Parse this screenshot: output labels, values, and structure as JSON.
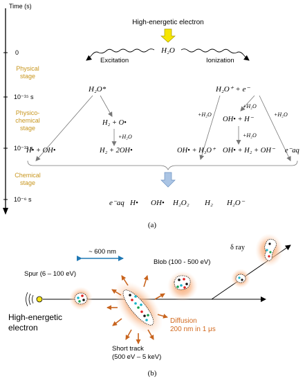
{
  "panel_a": {
    "time_axis": {
      "title": "Time (s)",
      "ticks": [
        "0",
        "10⁻¹⁵ s",
        "10⁻¹² s",
        "10⁻⁶ s"
      ]
    },
    "stages": [
      "Physical",
      "stage",
      "Physico-",
      "chemical",
      "stage",
      "Chemical",
      "stage"
    ],
    "source": "High-energetic electron",
    "h2o": "H₂O",
    "excitation": "Excitation",
    "ionization": "Ionization",
    "h2o_star": "H₂O*",
    "h2_o": "H₂ + O•",
    "plus_h2o_1": "+H₂O",
    "h_oh": "H• + OH•",
    "h2_2oh": "H₂ + 2OH•",
    "h2o_plus_e": "H₂O⁺  +  e⁻",
    "plus_h2o_2": "+H₂O",
    "plus_h2o_3": "+H₂O",
    "plus_h2o_4": "+H₂O",
    "oh_h_minus": "OH• + H⁻",
    "plus_h2o_5": "+H₂O",
    "oh_h3o": "OH• + H₃O⁺",
    "oh_h2_ohm": "OH• + H₂ + OH⁻",
    "e_aq": "e⁻aq",
    "products": [
      "e⁻aq",
      "H•",
      "OH•",
      "H₂O₂",
      "H₂",
      "H₂O⁻"
    ],
    "caption": "(a)"
  },
  "panel_b": {
    "scale": "~ 600 nm",
    "delta_ray": "δ ray",
    "blob": "Blob (100 - 500 eV)",
    "spur": "Spur (6 – 100 eV)",
    "electron_line1": "High-energetic",
    "electron_line2": "electron",
    "diffusion_line1": "Diffusion",
    "diffusion_line2": "200 nm in 1 μs",
    "short_track_line1": "Short track",
    "short_track_line2": "(500 eV – 5 keV)",
    "caption": "(b)"
  },
  "colors": {
    "stage_label": "#c8961e",
    "arrow_yellow": "#f6e600",
    "arrow_blue": "#aac4e4",
    "scale_arrow": "#1f78b4",
    "glow": "#f7b88a",
    "diffusion_text": "#d2691e",
    "dot_black": "#111111",
    "dot_red": "#e02020",
    "dot_green": "#18a050",
    "dot_teal": "#18b4c8"
  }
}
